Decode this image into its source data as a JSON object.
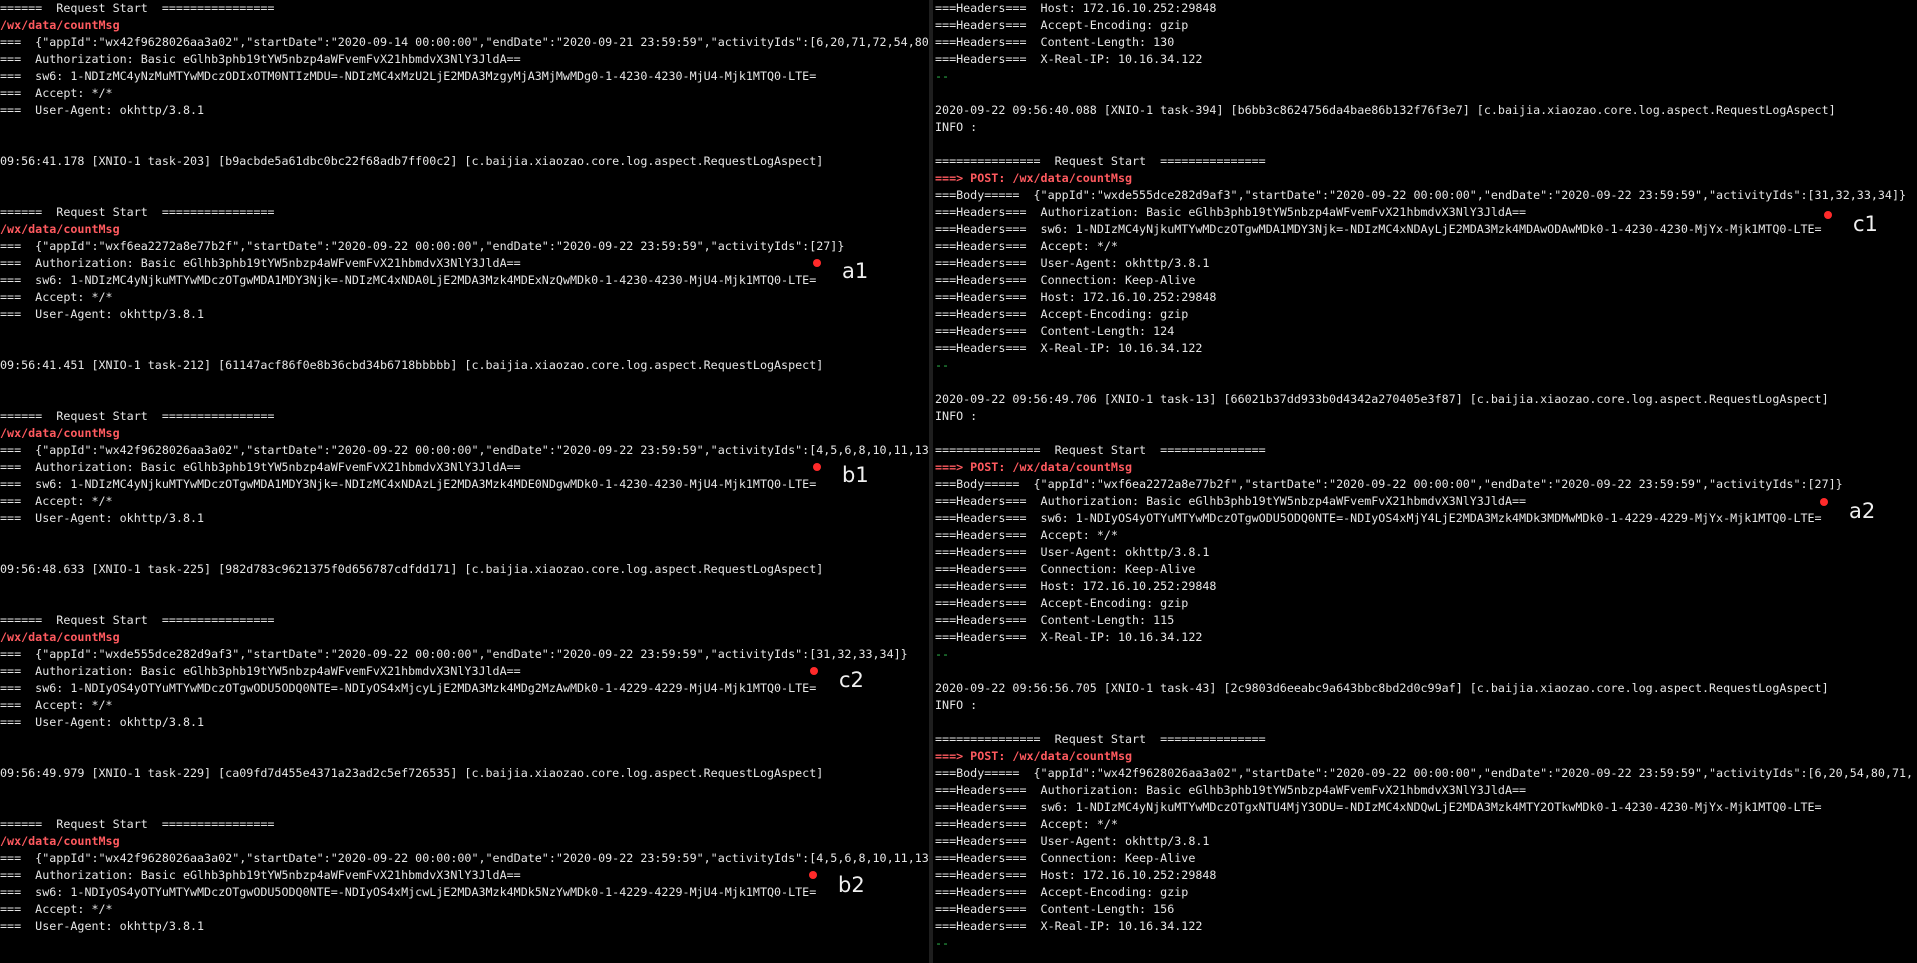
{
  "colors": {
    "background": "#000000",
    "text": "#e6e6e6",
    "url": "#ff5a5f",
    "dash": "#2fbf4f",
    "marker": "#ff2a2a"
  },
  "left_pane": {
    "lines": [
      {
        "text": "======  Request Start  ================",
        "kind": "text"
      },
      {
        "text": "/wx/data/countMsg",
        "kind": "url"
      },
      {
        "text": "===  {\"appId\":\"wx42f9628026aa3a02\",\"startDate\":\"2020-09-14 00:00:00\",\"endDate\":\"2020-09-21 23:59:59\",\"activityIds\":[6,20,71,72,54,80,",
        "kind": "text"
      },
      {
        "text": "===  Authorization: Basic eGlhb3phb19tYW5nbzp4aWFvemFvX21hbmdvX3NlY3JldA==",
        "kind": "text"
      },
      {
        "text": "===  sw6: 1-NDIzMC4yNzMuMTYwMDczODIxOTM0NTIzMDU=-NDIzMC4xMzU2LjE2MDA3MzgyMjA3MjMwMDg0-1-4230-4230-MjU4-Mjk1MTQ0-LTE=",
        "kind": "text"
      },
      {
        "text": "===  Accept: */*",
        "kind": "text"
      },
      {
        "text": "===  User-Agent: okhttp/3.8.1",
        "kind": "text"
      },
      {
        "text": "",
        "kind": "text"
      },
      {
        "text": "",
        "kind": "text"
      },
      {
        "text": "09:56:41.178 [XNIO-1 task-203] [b9acbde5a61dbc0bc22f68adb7ff00c2] [c.baijia.xiaozao.core.log.aspect.RequestLogAspect]",
        "kind": "text"
      },
      {
        "text": "",
        "kind": "text"
      },
      {
        "text": "",
        "kind": "text"
      },
      {
        "text": "======  Request Start  ================",
        "kind": "text"
      },
      {
        "text": "/wx/data/countMsg",
        "kind": "url"
      },
      {
        "text": "===  {\"appId\":\"wxf6ea2272a8e77b2f\",\"startDate\":\"2020-09-22 00:00:00\",\"endDate\":\"2020-09-22 23:59:59\",\"activityIds\":[27]}",
        "kind": "text"
      },
      {
        "text": "===  Authorization: Basic eGlhb3phb19tYW5nbzp4aWFvemFvX21hbmdvX3NlY3JldA==",
        "kind": "text"
      },
      {
        "text": "===  sw6: 1-NDIzMC4yNjkuMTYwMDczOTgwMDA1MDY3Njk=-NDIzMC4xNDA0LjE2MDA3Mzk4MDExNzQwMDk0-1-4230-4230-MjU4-Mjk1MTQ0-LTE=",
        "kind": "text"
      },
      {
        "text": "===  Accept: */*",
        "kind": "text"
      },
      {
        "text": "===  User-Agent: okhttp/3.8.1",
        "kind": "text"
      },
      {
        "text": "",
        "kind": "text"
      },
      {
        "text": "",
        "kind": "text"
      },
      {
        "text": "09:56:41.451 [XNIO-1 task-212] [61147acf86f0e8b36cbd34b6718bbbbb] [c.baijia.xiaozao.core.log.aspect.RequestLogAspect]",
        "kind": "text"
      },
      {
        "text": "",
        "kind": "text"
      },
      {
        "text": "",
        "kind": "text"
      },
      {
        "text": "======  Request Start  ================",
        "kind": "text"
      },
      {
        "text": "/wx/data/countMsg",
        "kind": "url"
      },
      {
        "text": "===  {\"appId\":\"wx42f9628026aa3a02\",\"startDate\":\"2020-09-22 00:00:00\",\"endDate\":\"2020-09-22 23:59:59\",\"activityIds\":[4,5,6,8,10,11,13,",
        "kind": "text"
      },
      {
        "text": "===  Authorization: Basic eGlhb3phb19tYW5nbzp4aWFvemFvX21hbmdvX3NlY3JldA==",
        "kind": "text"
      },
      {
        "text": "===  sw6: 1-NDIzMC4yNjkuMTYwMDczOTgwMDA1MDY3Njk=-NDIzMC4xNDAzLjE2MDA3Mzk4MDE0NDgwMDk0-1-4230-4230-MjU4-Mjk1MTQ0-LTE=",
        "kind": "text"
      },
      {
        "text": "===  Accept: */*",
        "kind": "text"
      },
      {
        "text": "===  User-Agent: okhttp/3.8.1",
        "kind": "text"
      },
      {
        "text": "",
        "kind": "text"
      },
      {
        "text": "",
        "kind": "text"
      },
      {
        "text": "09:56:48.633 [XNIO-1 task-225] [982d783c9621375f0d656787cdfdd171] [c.baijia.xiaozao.core.log.aspect.RequestLogAspect]",
        "kind": "text"
      },
      {
        "text": "",
        "kind": "text"
      },
      {
        "text": "",
        "kind": "text"
      },
      {
        "text": "======  Request Start  ================",
        "kind": "text"
      },
      {
        "text": "/wx/data/countMsg",
        "kind": "url"
      },
      {
        "text": "===  {\"appId\":\"wxde555dce282d9af3\",\"startDate\":\"2020-09-22 00:00:00\",\"endDate\":\"2020-09-22 23:59:59\",\"activityIds\":[31,32,33,34]}",
        "kind": "text"
      },
      {
        "text": "===  Authorization: Basic eGlhb3phb19tYW5nbzp4aWFvemFvX21hbmdvX3NlY3JldA==",
        "kind": "text"
      },
      {
        "text": "===  sw6: 1-NDIyOS4yOTYuMTYwMDczOTgwODU5ODQ0NTE=-NDIyOS4xMjcyLjE2MDA3Mzk4MDg2MzAwMDk0-1-4229-4229-MjU4-Mjk1MTQ0-LTE=",
        "kind": "text"
      },
      {
        "text": "===  Accept: */*",
        "kind": "text"
      },
      {
        "text": "===  User-Agent: okhttp/3.8.1",
        "kind": "text"
      },
      {
        "text": "",
        "kind": "text"
      },
      {
        "text": "",
        "kind": "text"
      },
      {
        "text": "09:56:49.979 [XNIO-1 task-229] [ca09fd7d455e4371a23ad2c5ef726535] [c.baijia.xiaozao.core.log.aspect.RequestLogAspect]",
        "kind": "text"
      },
      {
        "text": "",
        "kind": "text"
      },
      {
        "text": "",
        "kind": "text"
      },
      {
        "text": "======  Request Start  ================",
        "kind": "text"
      },
      {
        "text": "/wx/data/countMsg",
        "kind": "url"
      },
      {
        "text": "===  {\"appId\":\"wx42f9628026aa3a02\",\"startDate\":\"2020-09-22 00:00:00\",\"endDate\":\"2020-09-22 23:59:59\",\"activityIds\":[4,5,6,8,10,11,13,",
        "kind": "text"
      },
      {
        "text": "===  Authorization: Basic eGlhb3phb19tYW5nbzp4aWFvemFvX21hbmdvX3NlY3JldA==",
        "kind": "text"
      },
      {
        "text": "===  sw6: 1-NDIyOS4yOTYuMTYwMDczOTgwODU5ODQ0NTE=-NDIyOS4xMjcwLjE2MDA3Mzk4MDk5NzYwMDk0-1-4229-4229-MjU4-Mjk1MTQ0-LTE=",
        "kind": "text"
      },
      {
        "text": "===  Accept: */*",
        "kind": "text"
      },
      {
        "text": "===  User-Agent: okhttp/3.8.1",
        "kind": "text"
      }
    ]
  },
  "right_pane": {
    "lines": [
      {
        "text": "===Headers===  Host: 172.16.10.252:29848",
        "kind": "text"
      },
      {
        "text": "===Headers===  Accept-Encoding: gzip",
        "kind": "text"
      },
      {
        "text": "===Headers===  Content-Length: 130",
        "kind": "text"
      },
      {
        "text": "===Headers===  X-Real-IP: 10.16.34.122",
        "kind": "text"
      },
      {
        "text": "--",
        "kind": "dash"
      },
      {
        "text": "",
        "kind": "text"
      },
      {
        "text": "2020-09-22 09:56:40.088 [XNIO-1 task-394] [b6bb3c8624756da4bae86b132f76f3e7] [c.baijia.xiaozao.core.log.aspect.RequestLogAspect]",
        "kind": "text"
      },
      {
        "text": "INFO :",
        "kind": "text"
      },
      {
        "text": "",
        "kind": "text"
      },
      {
        "text": "===============  Request Start  ===============",
        "kind": "text"
      },
      {
        "text": "===> POST: /wx/data/countMsg",
        "kind": "url"
      },
      {
        "text": "===Body=====  {\"appId\":\"wxde555dce282d9af3\",\"startDate\":\"2020-09-22 00:00:00\",\"endDate\":\"2020-09-22 23:59:59\",\"activityIds\":[31,32,33,34]}",
        "kind": "text"
      },
      {
        "text": "===Headers===  Authorization: Basic eGlhb3phb19tYW5nbzp4aWFvemFvX21hbmdvX3NlY3JldA==",
        "kind": "text"
      },
      {
        "text": "===Headers===  sw6: 1-NDIzMC4yNjkuMTYwMDczOTgwMDA1MDY3Njk=-NDIzMC4xNDAyLjE2MDA3Mzk4MDAwODAwMDk0-1-4230-4230-MjYx-Mjk1MTQ0-LTE=",
        "kind": "text"
      },
      {
        "text": "===Headers===  Accept: */*",
        "kind": "text"
      },
      {
        "text": "===Headers===  User-Agent: okhttp/3.8.1",
        "kind": "text"
      },
      {
        "text": "===Headers===  Connection: Keep-Alive",
        "kind": "text"
      },
      {
        "text": "===Headers===  Host: 172.16.10.252:29848",
        "kind": "text"
      },
      {
        "text": "===Headers===  Accept-Encoding: gzip",
        "kind": "text"
      },
      {
        "text": "===Headers===  Content-Length: 124",
        "kind": "text"
      },
      {
        "text": "===Headers===  X-Real-IP: 10.16.34.122",
        "kind": "text"
      },
      {
        "text": "--",
        "kind": "dash"
      },
      {
        "text": "",
        "kind": "text"
      },
      {
        "text": "2020-09-22 09:56:49.706 [XNIO-1 task-13] [66021b37dd933b0d4342a270405e3f87] [c.baijia.xiaozao.core.log.aspect.RequestLogAspect]",
        "kind": "text"
      },
      {
        "text": "INFO :",
        "kind": "text"
      },
      {
        "text": "",
        "kind": "text"
      },
      {
        "text": "===============  Request Start  ===============",
        "kind": "text"
      },
      {
        "text": "===> POST: /wx/data/countMsg",
        "kind": "url"
      },
      {
        "text": "===Body=====  {\"appId\":\"wxf6ea2272a8e77b2f\",\"startDate\":\"2020-09-22 00:00:00\",\"endDate\":\"2020-09-22 23:59:59\",\"activityIds\":[27]}",
        "kind": "text"
      },
      {
        "text": "===Headers===  Authorization: Basic eGlhb3phb19tYW5nbzp4aWFvemFvX21hbmdvX3NlY3JldA==",
        "kind": "text"
      },
      {
        "text": "===Headers===  sw6: 1-NDIyOS4yOTYuMTYwMDczOTgwODU5ODQ0NTE=-NDIyOS4xMjY4LjE2MDA3Mzk4MDk3MDMwMDk0-1-4229-4229-MjYx-Mjk1MTQ0-LTE=",
        "kind": "text"
      },
      {
        "text": "===Headers===  Accept: */*",
        "kind": "text"
      },
      {
        "text": "===Headers===  User-Agent: okhttp/3.8.1",
        "kind": "text"
      },
      {
        "text": "===Headers===  Connection: Keep-Alive",
        "kind": "text"
      },
      {
        "text": "===Headers===  Host: 172.16.10.252:29848",
        "kind": "text"
      },
      {
        "text": "===Headers===  Accept-Encoding: gzip",
        "kind": "text"
      },
      {
        "text": "===Headers===  Content-Length: 115",
        "kind": "text"
      },
      {
        "text": "===Headers===  X-Real-IP: 10.16.34.122",
        "kind": "text"
      },
      {
        "text": "--",
        "kind": "dash"
      },
      {
        "text": "",
        "kind": "text"
      },
      {
        "text": "2020-09-22 09:56:56.705 [XNIO-1 task-43] [2c9803d6eeabc9a643bbc8bd2d0c99af] [c.baijia.xiaozao.core.log.aspect.RequestLogAspect]",
        "kind": "text"
      },
      {
        "text": "INFO :",
        "kind": "text"
      },
      {
        "text": "",
        "kind": "text"
      },
      {
        "text": "===============  Request Start  ===============",
        "kind": "text"
      },
      {
        "text": "===> POST: /wx/data/countMsg",
        "kind": "url"
      },
      {
        "text": "===Body=====  {\"appId\":\"wx42f9628026aa3a02\",\"startDate\":\"2020-09-22 00:00:00\",\"endDate\":\"2020-09-22 23:59:59\",\"activityIds\":[6,20,54,80,71,",
        "kind": "text"
      },
      {
        "text": "===Headers===  Authorization: Basic eGlhb3phb19tYW5nbzp4aWFvemFvX21hbmdvX3NlY3JldA==",
        "kind": "text"
      },
      {
        "text": "===Headers===  sw6: 1-NDIzMC4yNjkuMTYwMDczOTgxNTU4MjY3ODU=-NDIzMC4xNDQwLjE2MDA3Mzk4MTY2OTkwMDk0-1-4230-4230-MjYx-Mjk1MTQ0-LTE=",
        "kind": "text"
      },
      {
        "text": "===Headers===  Accept: */*",
        "kind": "text"
      },
      {
        "text": "===Headers===  User-Agent: okhttp/3.8.1",
        "kind": "text"
      },
      {
        "text": "===Headers===  Connection: Keep-Alive",
        "kind": "text"
      },
      {
        "text": "===Headers===  Host: 172.16.10.252:29848",
        "kind": "text"
      },
      {
        "text": "===Headers===  Accept-Encoding: gzip",
        "kind": "text"
      },
      {
        "text": "===Headers===  Content-Length: 156",
        "kind": "text"
      },
      {
        "text": "===Headers===  X-Real-IP: 10.16.34.122",
        "kind": "text"
      },
      {
        "text": "--",
        "kind": "dash"
      }
    ]
  },
  "annotations": {
    "a1": "a1",
    "b1": "b1",
    "c2": "c2",
    "b2": "b2",
    "c1": "c1",
    "a2": "a2"
  }
}
